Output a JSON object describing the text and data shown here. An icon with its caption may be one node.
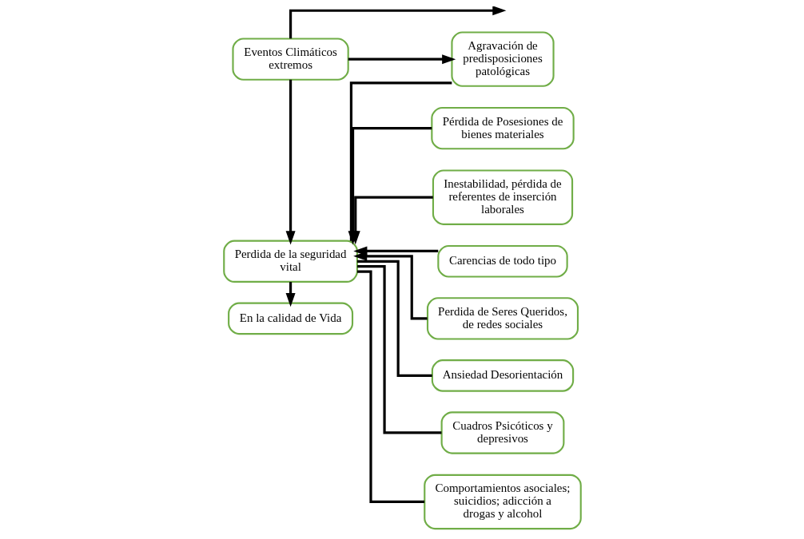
{
  "diagram": {
    "nodes": [
      {
        "text": [
          "Eventos Climáticos extremos"
        ]
      },
      {
        "text": [
          "Pérdida de Posesiones de bienes materiales"
        ]
      },
      {
        "text": [
          "Inestabilidad, pérdida de referentes de inserción laborales"
        ]
      },
      {
        "text": [
          "Carencias de todo tipo"
        ]
      },
      {
        "text": [
          "Perdida de Seres Queridos, de redes sociales"
        ]
      },
      {
        "text": [
          "Perdida de la seguridad vital"
        ]
      },
      {
        "text": [
          "En la calidad de Vida"
        ]
      },
      {
        "text": [
          "Agravación de predisposiciones patológicas"
        ]
      },
      {
        "text": [
          "Ansiedad Desorientación"
        ]
      },
      {
        "text": [
          "Cuadros Psicóticos y depresivos"
        ]
      },
      {
        "text": [
          "Comportamientos asociales; suicidios; adicción a drogas y alcohol"
        ]
      }
    ],
    "edges": [
      {
        "from": 0,
        "to": null,
        "arrow": "to"
      },
      {
        "from": 0,
        "to": 5,
        "arrow": "to"
      },
      {
        "from": 0,
        "to": 7,
        "arrow": "to"
      },
      {
        "from": 1,
        "to": 5,
        "arrow": "to"
      },
      {
        "from": 2,
        "to": 5,
        "arrow": "to"
      },
      {
        "from": 3,
        "to": 5,
        "arrow": "to"
      },
      {
        "from": 4,
        "to": 5,
        "arrow": "to"
      },
      {
        "from": 5,
        "to": 6,
        "arrow": "to"
      },
      {
        "from": 5,
        "to": 7,
        "arrow": "none"
      },
      {
        "from": 5,
        "to": 8,
        "arrow": "none"
      },
      {
        "from": 5,
        "to": 9,
        "arrow": "none"
      },
      {
        "from": 5,
        "to": 10,
        "arrow": "none"
      }
    ]
  }
}
